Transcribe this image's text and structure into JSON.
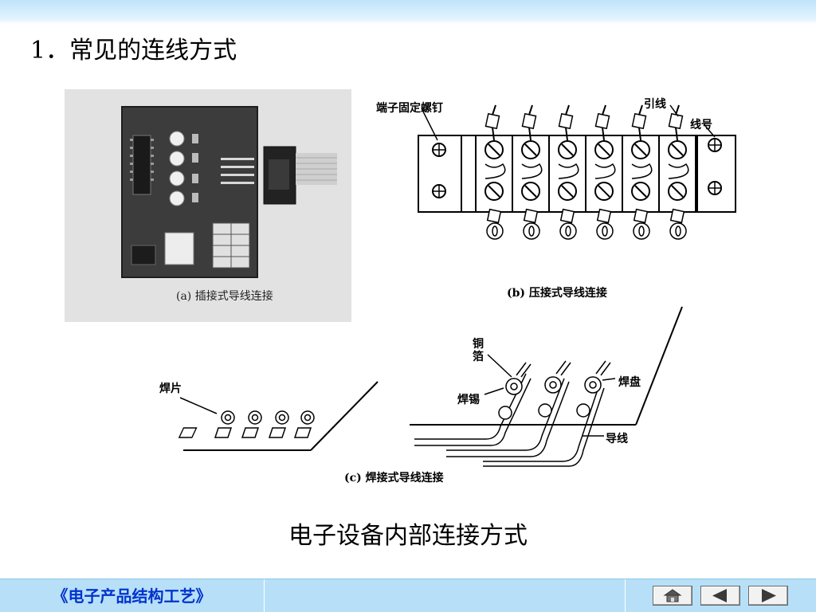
{
  "slide": {
    "heading": "1．常见的连线方式",
    "caption": "电子设备内部连接方式"
  },
  "figure_a": {
    "label": "(a) 插接式导线连接"
  },
  "figure_b": {
    "label": "(b) 压接式导线连接",
    "callouts": {
      "screw": "端子固定螺钉",
      "lead": "引线",
      "wire_number": "线号"
    }
  },
  "figure_c": {
    "label": "(c) 焊接式导线连接",
    "callouts": {
      "lug": "焊片",
      "foil": "铜箔",
      "solder": "焊锡",
      "pad": "焊盘",
      "wire": "导线"
    }
  },
  "footer": {
    "course_title": "《电子产品结构工艺》",
    "buttons": {
      "home": "home-icon",
      "prev": "triangle-left-icon",
      "next": "triangle-right-icon"
    }
  }
}
